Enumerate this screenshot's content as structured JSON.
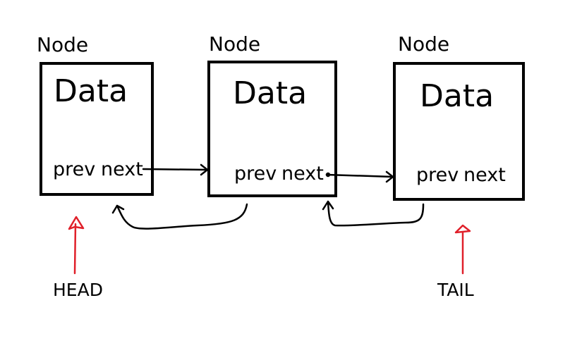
{
  "nodes": [
    {
      "title": "Node",
      "data": "Data",
      "prev": "prev",
      "next": "next"
    },
    {
      "title": "Node",
      "data": "Data",
      "prev": "prev",
      "next": "next"
    },
    {
      "title": "Node",
      "data": "Data",
      "prev": "prev",
      "next": "next"
    }
  ],
  "markers": {
    "head": "HEAD",
    "tail": "TAIL"
  },
  "colors": {
    "stroke": "#000000",
    "marker": "#e0202a",
    "background": "#ffffff"
  }
}
